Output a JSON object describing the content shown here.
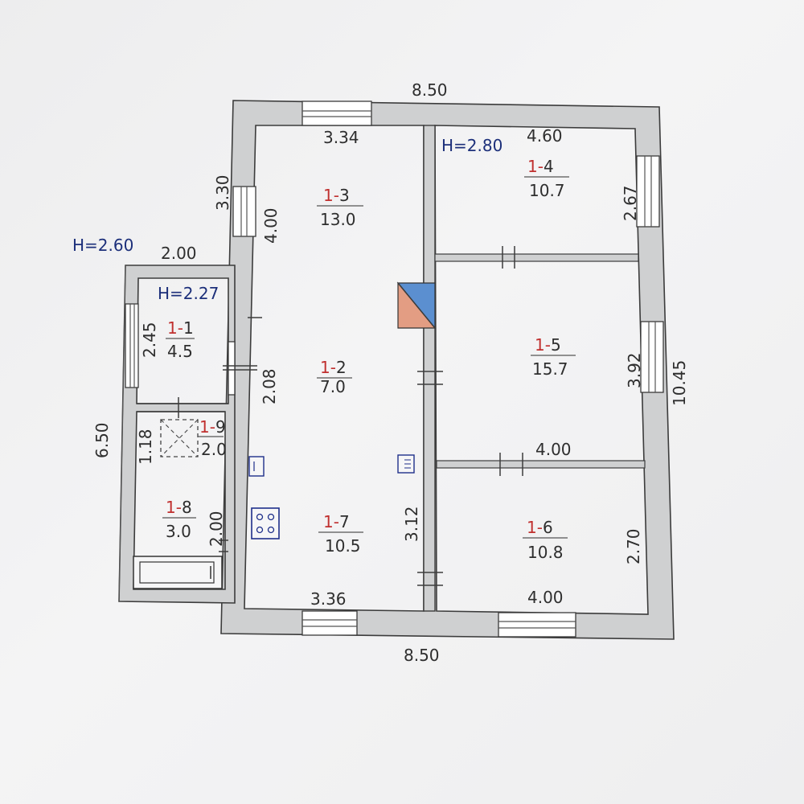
{
  "plan": {
    "overall_width_top": "8.50",
    "overall_width_bottom": "8.50",
    "overall_depth_right": "10.45",
    "left_depth": "3.30",
    "annex_depth": "6.50",
    "annex_width": "2.00",
    "heights": {
      "main": "H=2.80",
      "annex": "H=2.60",
      "annex_room": "H=2.27"
    },
    "rooms": [
      {
        "prefix": "1-",
        "num": "1",
        "area": "4.5"
      },
      {
        "prefix": "1-",
        "num": "2",
        "area": "7.0"
      },
      {
        "prefix": "1-",
        "num": "3",
        "area": "13.0"
      },
      {
        "prefix": "1-",
        "num": "4",
        "area": "10.7"
      },
      {
        "prefix": "1-",
        "num": "5",
        "area": "15.7"
      },
      {
        "prefix": "1-",
        "num": "6",
        "area": "10.8"
      },
      {
        "prefix": "1-",
        "num": "7",
        "area": "10.5"
      },
      {
        "prefix": "1-",
        "num": "8",
        "area": "3.0"
      },
      {
        "prefix": "1-",
        "num": "9",
        "area": "2.0"
      }
    ],
    "dimensions": {
      "room3_width": "3.34",
      "room3_depth": "4.00",
      "room2_depth": "2.08",
      "room7_depth": "3.12",
      "room7_width": "3.36",
      "room4_width": "4.60",
      "room4_depth": "2.67",
      "room5_depth": "3.92",
      "room5_width": "4.00",
      "room6_depth": "2.70",
      "room6_width": "4.00",
      "room1_depth": "2.45",
      "room9_depth": "1.18",
      "room8_depth": "2.00"
    }
  }
}
